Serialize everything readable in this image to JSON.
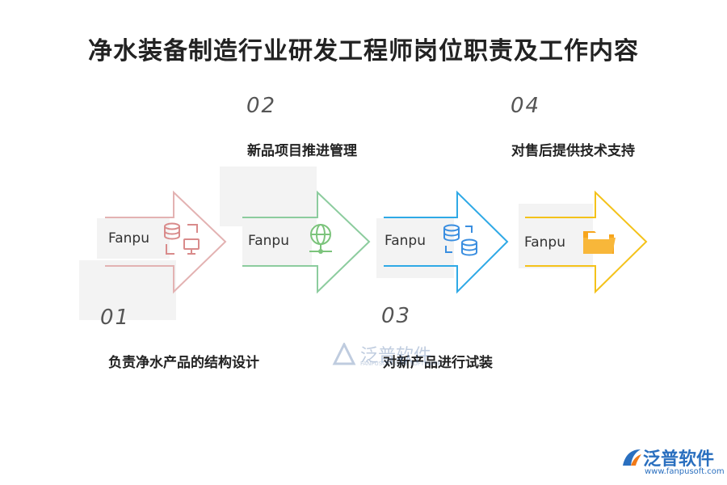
{
  "title": "净水装备制造行业研发工程师岗位职责及工作内容",
  "steps": [
    {
      "num": "01",
      "label": "负责净水产品的结构设计",
      "brand": "Fanpu",
      "icon": "database-computer-icon",
      "color": "#e3b2b2"
    },
    {
      "num": "02",
      "label": "新品项目推进管理",
      "brand": "Fanpu",
      "icon": "globe-network-icon",
      "color": "#8ccc9e"
    },
    {
      "num": "03",
      "label": "对新产品进行试装",
      "brand": "Fanpu",
      "icon": "database-sync-icon",
      "color": "#2fa9e6"
    },
    {
      "num": "04",
      "label": "对售后提供技术支持",
      "brand": "Fanpu",
      "icon": "folder-icon",
      "color": "#f4c21a"
    }
  ],
  "watermark": {
    "text": "泛普软件",
    "sub": "FANPUSOFT.COM SOFTWARE"
  },
  "brand": {
    "name": "泛普软件",
    "url": "www.fanpusoft.com"
  }
}
